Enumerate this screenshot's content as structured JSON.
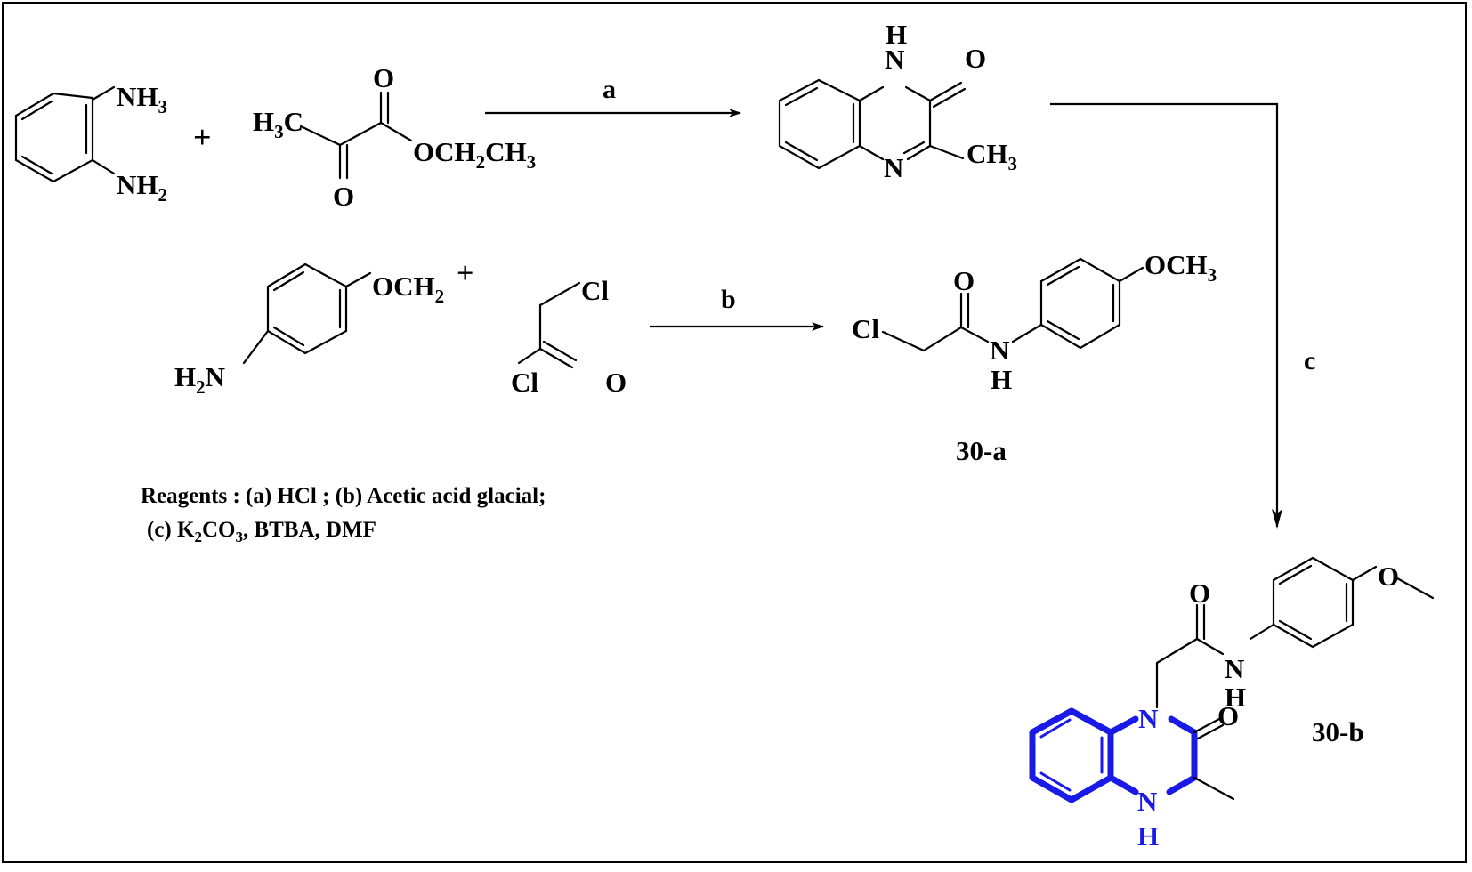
{
  "reactants": {
    "phenylenediamine": {
      "nh3_main": "NH",
      "nh3_sub": "3",
      "nh2_main": "NH",
      "nh2_sub": "2"
    },
    "plus_1": "+",
    "ethyl_pyruvate": {
      "ch3_h": "H",
      "ch3_sub": "3",
      "ch3_c": "C",
      "o_top": "O",
      "o_bottom": "O",
      "ester_a": "OCH",
      "ester_sub": "2",
      "ester_b": "CH",
      "ester_sub2": "3"
    },
    "anisidine": {
      "och2": "OCH",
      "och2_sub": "2",
      "plus": "+",
      "h2n_h": "H",
      "h2n_sub": "2",
      "h2n_n": "N"
    },
    "chloroacetyl_chloride": {
      "cl_top": "Cl",
      "cl_bottom": "Cl",
      "o": "O"
    }
  },
  "products": {
    "quinoxalinone": {
      "h": "H",
      "n_top": "N",
      "o": "O",
      "n_bottom": "N",
      "ch3": "CH",
      "ch3_sub": "3"
    },
    "compound_30a": {
      "o": "O",
      "och3": "OCH",
      "och3_sub": "3",
      "cl": "Cl",
      "n": "N",
      "h": "H",
      "label": "30-a"
    },
    "compound_30b": {
      "o_top": "O",
      "o_methoxy": "O",
      "n_amide": "N",
      "h_amide": "H",
      "n_ring": "N",
      "o_ring": "O",
      "nh_n": "N",
      "nh_h": "H",
      "label": "30-b"
    }
  },
  "arrows": {
    "a": "a",
    "b": "b",
    "c": "c"
  },
  "reagents": {
    "line1": "Reagents : (a) HCl ; (b) Acetic acid glacial;",
    "line2_a": "(c) K",
    "line2_sub1": "2",
    "line2_b": "CO",
    "line2_sub2": "3",
    "line2_c": ", BTBA, DMF"
  },
  "colors": {
    "highlight": "#1a1ae6",
    "ink": "#000000",
    "background": "#ffffff"
  }
}
